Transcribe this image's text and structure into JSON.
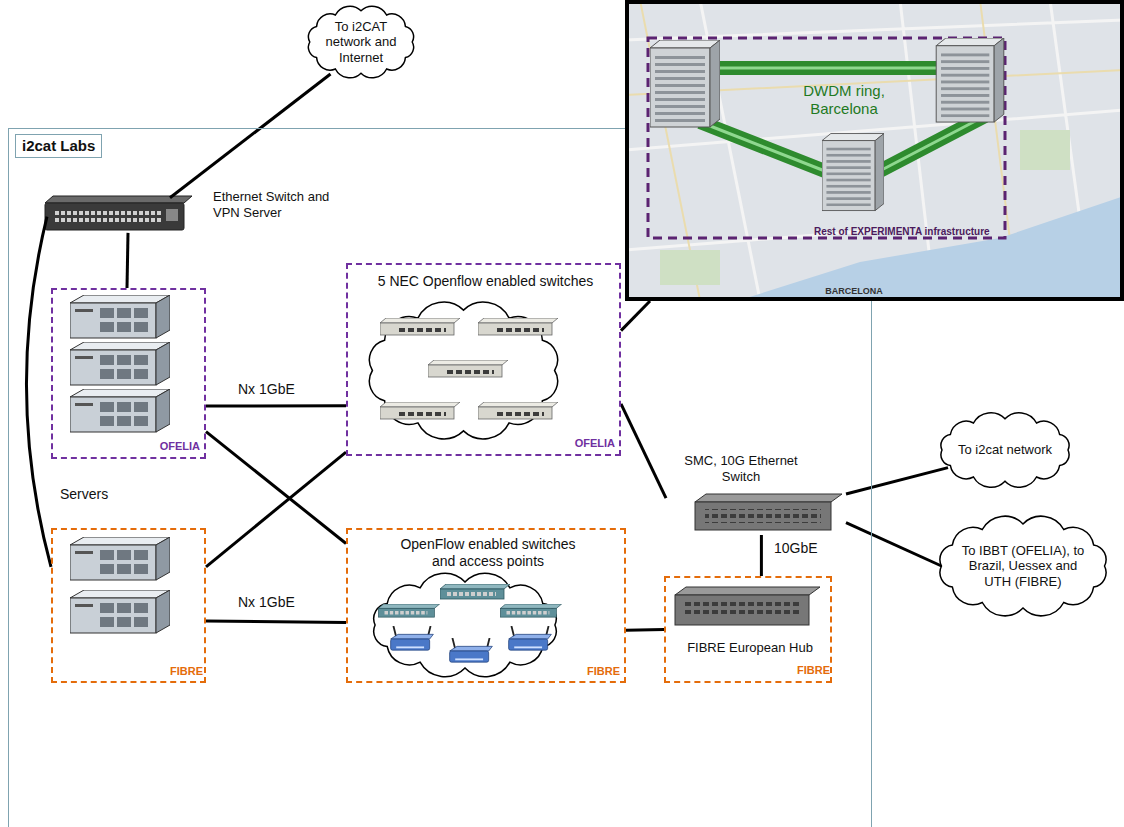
{
  "diagram": {
    "nodes": [
      {
        "text": [
          "To i2CAT network and Internet"
        ]
      },
      {
        "text": [
          "i2cat Labs"
        ]
      },
      {
        "text": [
          "Ethernet Switch and VPN Server"
        ],
        "in": 1
      },
      {
        "text": [
          "OFELIA"
        ],
        "in": 1
      },
      {
        "text": [
          "5 NEC Openflow enabled switches",
          "OFELIA"
        ],
        "in": 1
      },
      {
        "text": [
          "DWDM ring, Barcelona",
          "Rest of EXPERIMENTA infrastructure",
          "BARCELONA"
        ]
      },
      {
        "text": [
          "To i2cat network"
        ]
      },
      {
        "text": [
          "SMC, 10G Ethernet Switch"
        ],
        "in": 1
      },
      {
        "text": [
          "To IBBT (OFELIA), to Brazil, Uessex and UTH (FIBRE)"
        ]
      },
      {
        "text": [
          "FIBRE"
        ],
        "in": 1
      },
      {
        "text": [
          "OpenFlow enabled switches and access points",
          "FIBRE"
        ],
        "in": 1
      },
      {
        "text": [
          "FIBRE European Hub",
          "FIBRE"
        ],
        "in": 1
      }
    ],
    "edges": [
      {
        "from": 0,
        "to": 2,
        "arrow": "none"
      },
      {
        "from": 2,
        "to": 3,
        "arrow": "none"
      },
      {
        "from": 2,
        "to": 9,
        "arrow": "none"
      },
      {
        "from": 3,
        "to": 4,
        "label": "Nx 1GbE",
        "arrow": "none"
      },
      {
        "from": 3,
        "to": 10,
        "arrow": "none"
      },
      {
        "from": 9,
        "to": 4,
        "arrow": "none"
      },
      {
        "from": 9,
        "to": 10,
        "label": "Nx 1GbE",
        "arrow": "none"
      },
      {
        "from": 4,
        "to": 5,
        "arrow": "none"
      },
      {
        "from": 4,
        "to": 7,
        "arrow": "none"
      },
      {
        "from": 7,
        "to": 6,
        "arrow": "none"
      },
      {
        "from": 7,
        "to": 8,
        "arrow": "none"
      },
      {
        "from": 7,
        "to": 11,
        "arrow": "none"
      },
      {
        "from": 10,
        "to": 11,
        "arrow": "none"
      }
    ],
    "labels": [
      "Servers",
      "10GbE"
    ]
  }
}
